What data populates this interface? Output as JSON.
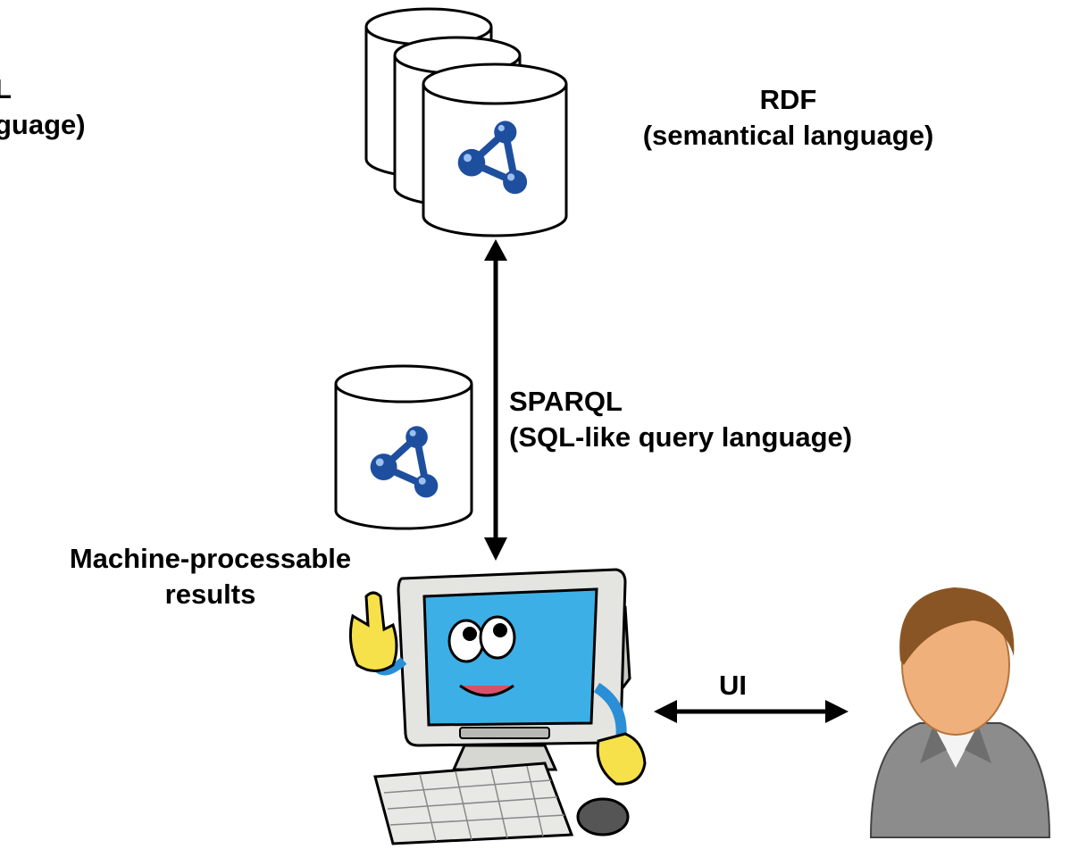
{
  "labels": {
    "cut_left": {
      "line1": "L",
      "line2": "guage)"
    },
    "rdf": {
      "line1": "RDF",
      "line2": "(semantical language)"
    },
    "sparql": {
      "line1": "SPARQL",
      "line2": "(SQL-like query language)"
    },
    "results": {
      "line1": "Machine-processable",
      "line2": "results"
    },
    "ui": "UI"
  },
  "colors": {
    "text": "#000000",
    "arrow": "#000000",
    "graph_node": "#1e4f9f",
    "screen": "#3cb0e6",
    "monitor": "#e4e4e0",
    "skin": "#f0b07c",
    "hair": "#8a5524",
    "suit": "#8c8c8c"
  },
  "icons": {
    "rdf_store": "database-stack-icon",
    "results_store": "database-icon",
    "graph": "semantic-graph-icon",
    "computer": "cartoon-computer-icon",
    "user": "user-avatar-icon"
  }
}
